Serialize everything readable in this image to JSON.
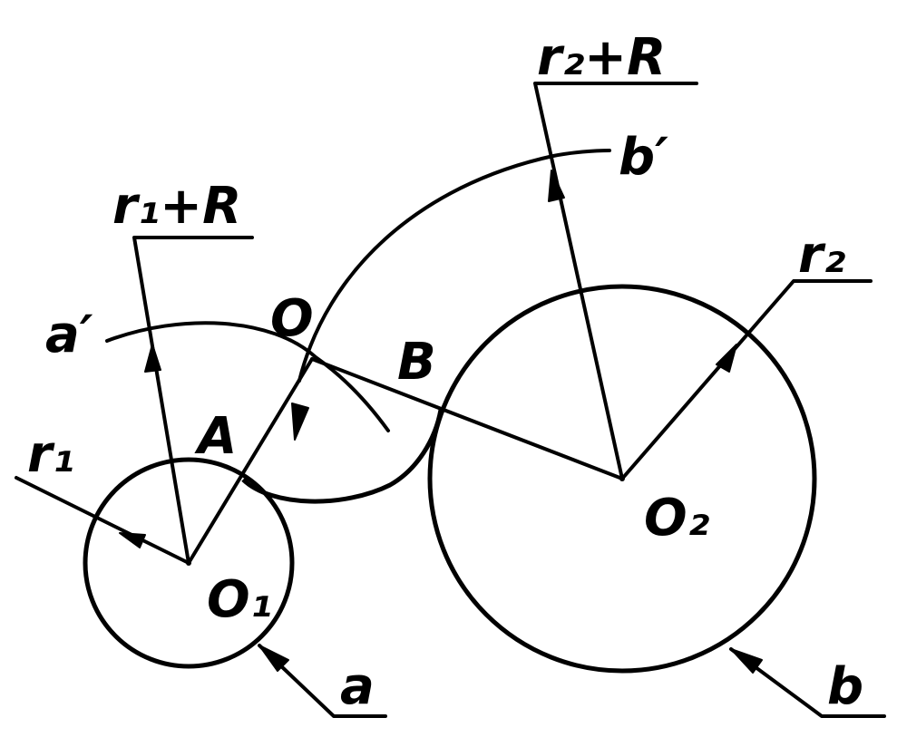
{
  "labels": {
    "r1_plus_R": "r₁+R",
    "r2_plus_R": "r₂+R",
    "r1": "r₁",
    "r2": "r₂",
    "a_prime": "a′",
    "b_prime": "b′",
    "O": "O",
    "A": "A",
    "B": "B",
    "O1": "O₁",
    "O2": "O₂",
    "a": "a",
    "b": "b"
  }
}
